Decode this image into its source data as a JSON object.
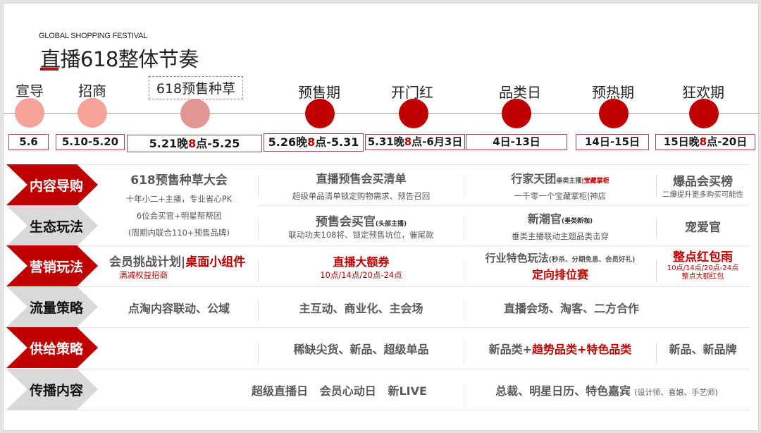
{
  "header": {
    "subtitle": "GLOBAL SHOPPING FESTIVAL",
    "title": "直播618整体节奏"
  },
  "colors": {
    "accent_red": "#c00000",
    "light_pink": "#f7a399",
    "muted_rose": "#e19694",
    "gray_chevron": "#d9d9d9",
    "date_border": "#a4474d"
  },
  "timeline": {
    "phases": [
      {
        "label": "宣导",
        "dot_color": "#f7a399",
        "date_pre": "5.6",
        "date_hl": "",
        "date_post": ""
      },
      {
        "label": "招商",
        "dot_color": "#f7a399",
        "date_pre": "5.10-5.20",
        "date_hl": "",
        "date_post": ""
      },
      {
        "label": "618预售种草",
        "dot_color": "#e19694",
        "date_pre": "5.21晚",
        "date_hl": "8",
        "date_post": "点-5.25"
      },
      {
        "label": "预售期",
        "dot_color": "#c00000",
        "date_pre": "5.26晚",
        "date_hl": "8",
        "date_post": "点-5.31"
      },
      {
        "label": "开门红",
        "dot_color": "#c00000",
        "date_pre": "5.31晚",
        "date_hl": "8",
        "date_post": "点-6月3日"
      },
      {
        "label": "品类日",
        "dot_color": "#c00000",
        "date_pre": "4日-13日",
        "date_hl": "",
        "date_post": ""
      },
      {
        "label": "预热期",
        "dot_color": "#c00000",
        "date_pre": "14日-15日",
        "date_hl": "",
        "date_post": ""
      },
      {
        "label": "狂欢期",
        "dot_color": "#c00000",
        "date_pre": "15日晚",
        "date_hl": "8",
        "date_post": "点-20日"
      }
    ]
  },
  "rows": [
    {
      "label": "内容导购",
      "style": "red"
    },
    {
      "label": "生态玩法",
      "style": "gray"
    },
    {
      "label": "营销玩法",
      "style": "red"
    },
    {
      "label": "流量策略",
      "style": "gray"
    },
    {
      "label": "供给策略",
      "style": "red"
    },
    {
      "label": "传播内容",
      "style": "gray"
    }
  ],
  "cells": {
    "r1c1": {
      "title": "618预售种草大会",
      "line1": "十年小二+主播，专业省心PK",
      "line2": "6位会买官+明星帮帮团",
      "line3": "(周期内联合110+预售品牌)"
    },
    "r1c2": {
      "title": "直播预售会买清单",
      "sub": "超级单品清单锁定购物需求、预告召回"
    },
    "r1c3": {
      "title": "行家天团",
      "tag_gray": "垂类主播",
      "tag_red": "宝藏掌柜",
      "sub": "一千零一个宝藏掌柜|神店"
    },
    "r1c4": {
      "title": "爆品会买榜",
      "sub": "二爆提升更多购买可能性"
    },
    "r2c2": {
      "title": "预售会买官",
      "tag": "(头部主播)",
      "sub": "联动功夫108将、锁定预售坑位，催尾款"
    },
    "r2c3": {
      "title": "新潮官",
      "tag": "(垂类新咖)",
      "sub": "垂类主播联动主题品类击穿"
    },
    "r2c4": {
      "title": "宠爱官"
    },
    "r3c1": {
      "title_gray": "会员挑战计划|",
      "title_red": "桌面小组件",
      "sub": "满减权益招商"
    },
    "r3c2": {
      "title": "直播大额券",
      "sub": "10点/14点/20点-24点"
    },
    "r3c3": {
      "title_gray": "行业特色玩法",
      "tag": "(秒杀、分期免息、会员好礼)",
      "title_red": "定向排位赛"
    },
    "r3c4": {
      "title": "整点红包雨",
      "sub1": "10点/14点/20点-24点",
      "sub2": "整点大额红包"
    },
    "r4c1": {
      "text": "点淘内容联动、公域"
    },
    "r4c2": {
      "text": "主互动、商业化、主会场"
    },
    "r4c3": {
      "text": "直播会场、淘客、二方合作"
    },
    "r5c2": {
      "text": "稀缺尖货、新品、超级单品"
    },
    "r5c3": {
      "part1": "新品类+",
      "part2": "趋势品类",
      "part3": "+",
      "part4": "特色品类"
    },
    "r5c4": {
      "text": "新品、新品牌"
    },
    "r6c1": {
      "text": "超级直播日   会员心动日   新LIVE"
    },
    "r6c3": {
      "text": "总裁、明星日历、特色嘉宾",
      "tag": "(设计师、喜娘、手艺师)"
    }
  }
}
